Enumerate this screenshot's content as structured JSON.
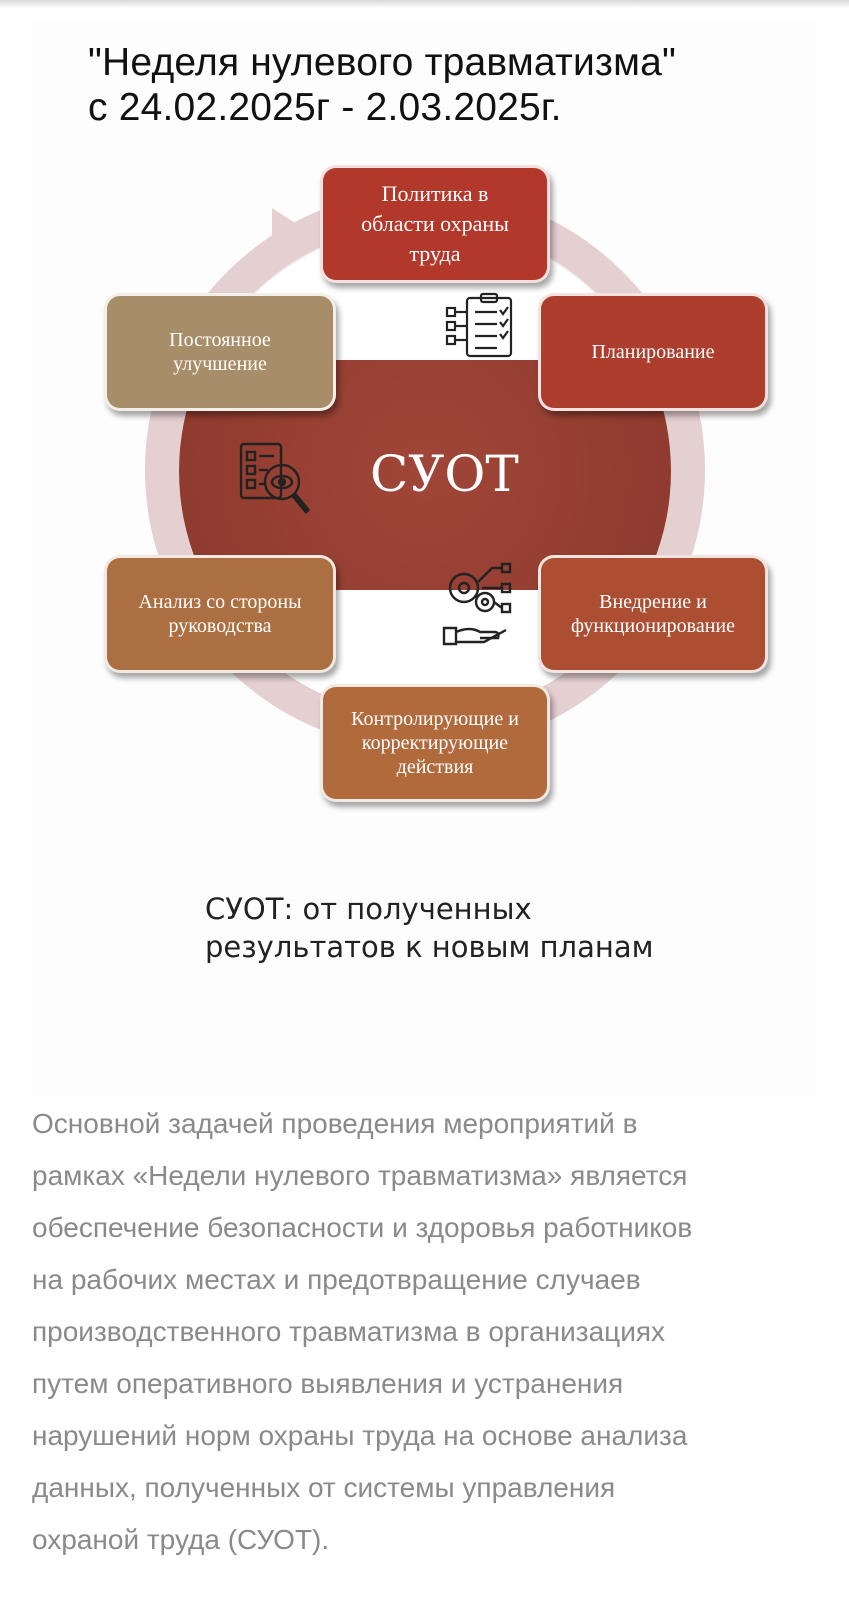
{
  "title": {
    "line1": "\"Неделя нулевого травматизма\"",
    "line2": "с 24.02.2025г - 2.03.2025г."
  },
  "diagram": {
    "center": "СУОТ",
    "steps": [
      {
        "label": "Политика в\nобласти охраны\nтруда"
      },
      {
        "label": "Планирование"
      },
      {
        "label": "Внедрение и\nфункционирование"
      },
      {
        "label": "Контролирующие и\nкорректирующие\nдействия"
      },
      {
        "label": "Анализ со стороны\nруководства"
      },
      {
        "label": "Постоянное\nулучшение"
      }
    ],
    "icons": [
      "checklist-icon",
      "inspection-icon",
      "gears-hand-icon"
    ],
    "colors": {
      "ring": "#e4cfd1",
      "hub": "#8e3a2e",
      "policy": "#b2382b",
      "planning": "#ad3d2c",
      "implementation": "#ab4e32",
      "control": "#b16a3c",
      "analysis": "#ac6f42",
      "improvement": "#a78d68"
    }
  },
  "subtitle": {
    "line1": "СУОТ: от полученных",
    "line2": "результатов к новым планам"
  },
  "body": {
    "lines": [
      "Основной задачей проведения мероприятий в",
      "рамках «Недели нулевого травматизма» является",
      "обеспечение безопасности и здоровья работников",
      "на рабочих местах и предотвращение случаев",
      "производственного травматизма в организациях",
      "путем оперативного выявления и устранения",
      "нарушений норм охраны труда на основе анализа",
      "данных, полученных от системы управления",
      "охраной труда (СУОТ)."
    ]
  }
}
